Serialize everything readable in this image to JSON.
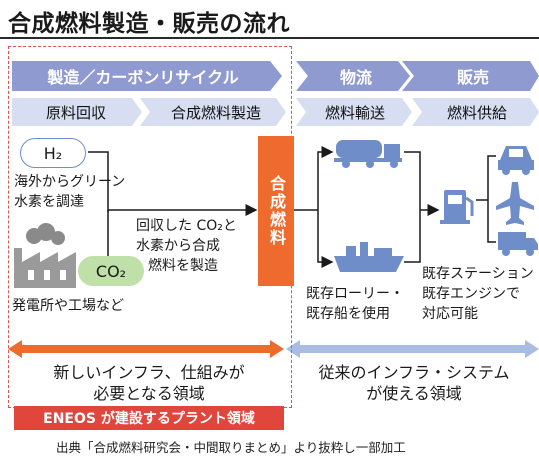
{
  "title": "合成燃料製造・販売の流れ",
  "bands": {
    "production": "製造／カーボンリサイクル",
    "distribution": "物流",
    "sales": "販売"
  },
  "subbands": {
    "raw_material": "原料回収",
    "synthesis": "合成燃料製造",
    "transport": "燃料輸送",
    "supply": "燃料供給"
  },
  "nodes": {
    "h2": "H₂",
    "h2_desc_1": "海外からグリーン",
    "h2_desc_2": "水素を調達",
    "co2": "CO₂",
    "co2_source": "発電所や工場など",
    "process_1": "回収した CO₂と",
    "process_2": "水素から合成",
    "process_3": "燃料を製造",
    "synth_fuel": "合成燃料",
    "transport_1": "既存ローリー・",
    "transport_2": "既存船を使用",
    "sales_1": "既存ステーション・",
    "sales_2": "既存エンジンで",
    "sales_3": "対応可能"
  },
  "bottom": {
    "left_1": "新しいインフラ、仕組みが",
    "left_2": "必要となる領域",
    "right_1": "従来のインフラ・システム",
    "right_2": "が使える領域",
    "eneos": "ENEOS が建設するプラント領域",
    "source": "出典「合成燃料研究会・中間取りまとめ」より抜粋し一部加工"
  },
  "colors": {
    "band": "#8f9ad0",
    "subband": "#d8def2",
    "accent_orange": "#ee6a2d",
    "arrow_blue": "#a9bde3",
    "red": "#e0463c",
    "icon_blue": "#6f8ec9",
    "green_pill": "#bfe0a8"
  }
}
